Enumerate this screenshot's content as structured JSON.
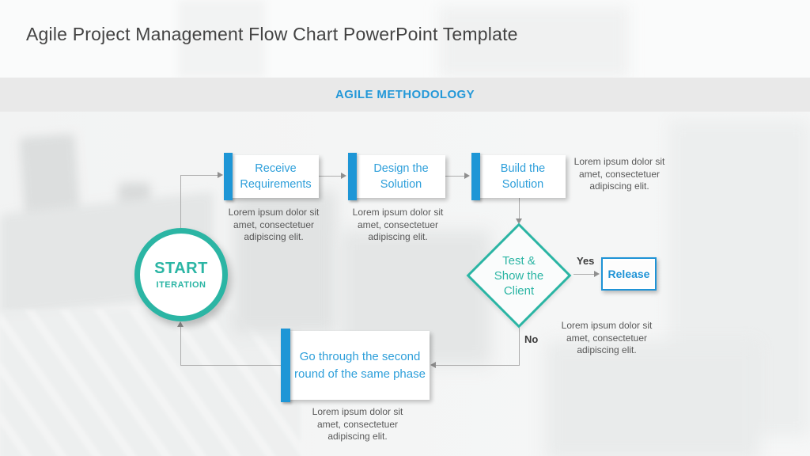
{
  "slide": {
    "title": "Agile Project Management Flow Chart PowerPoint Template",
    "section_header": "AGILE METHODOLOGY"
  },
  "flowchart": {
    "start_circle": {
      "title": "START",
      "subtitle": "ITERATION"
    },
    "steps": [
      {
        "label": "Receive Requirements",
        "caption": "Lorem ipsum dolor sit amet, consectetuer adipiscing elit."
      },
      {
        "label": "Design the Solution",
        "caption": "Lorem ipsum dolor sit amet, consectetuer adipiscing elit."
      },
      {
        "label": "Build the Solution",
        "caption": "Lorem ipsum dolor sit amet, consectetuer adipiscing elit."
      }
    ],
    "decision": {
      "label": "Test & Show the Client",
      "yes_label": "Yes",
      "no_label": "No",
      "caption": "Lorem ipsum dolor sit amet, consectetuer adipiscing elit."
    },
    "release": {
      "label": "Release"
    },
    "loop": {
      "label": "Go through the second round of the same phase",
      "caption": "Lorem ipsum dolor sit amet, consectetuer adipiscing elit."
    }
  },
  "colors": {
    "accent_blue": "#1e96d6",
    "text_blue": "#2e9fda",
    "header_blue": "#2398d8",
    "teal": "#2bb5a4",
    "caption_gray": "#595959",
    "band_gray": "#e9e9e9"
  }
}
